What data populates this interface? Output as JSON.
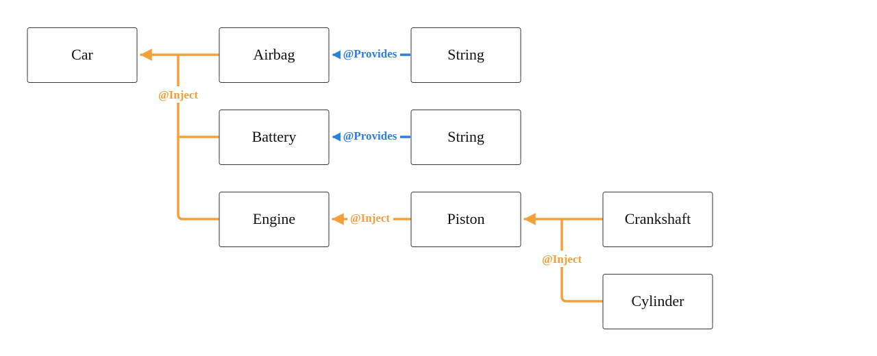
{
  "colors": {
    "inject": "#f4a13d",
    "provides": "#2f7fe0",
    "node_border": "#3a3a3a",
    "text": "#111111"
  },
  "nodes": {
    "car": "Car",
    "airbag": "Airbag",
    "string_1": "String",
    "battery": "Battery",
    "string_2": "String",
    "engine": "Engine",
    "piston": "Piston",
    "crankshaft": "Crankshaft",
    "cylinder": "Cylinder"
  },
  "edges": {
    "car_deps": "@Inject",
    "airbag_from_string": "@Provides",
    "battery_from_string": "@Provides",
    "engine_from_piston": "@Inject",
    "piston_deps": "@Inject"
  }
}
